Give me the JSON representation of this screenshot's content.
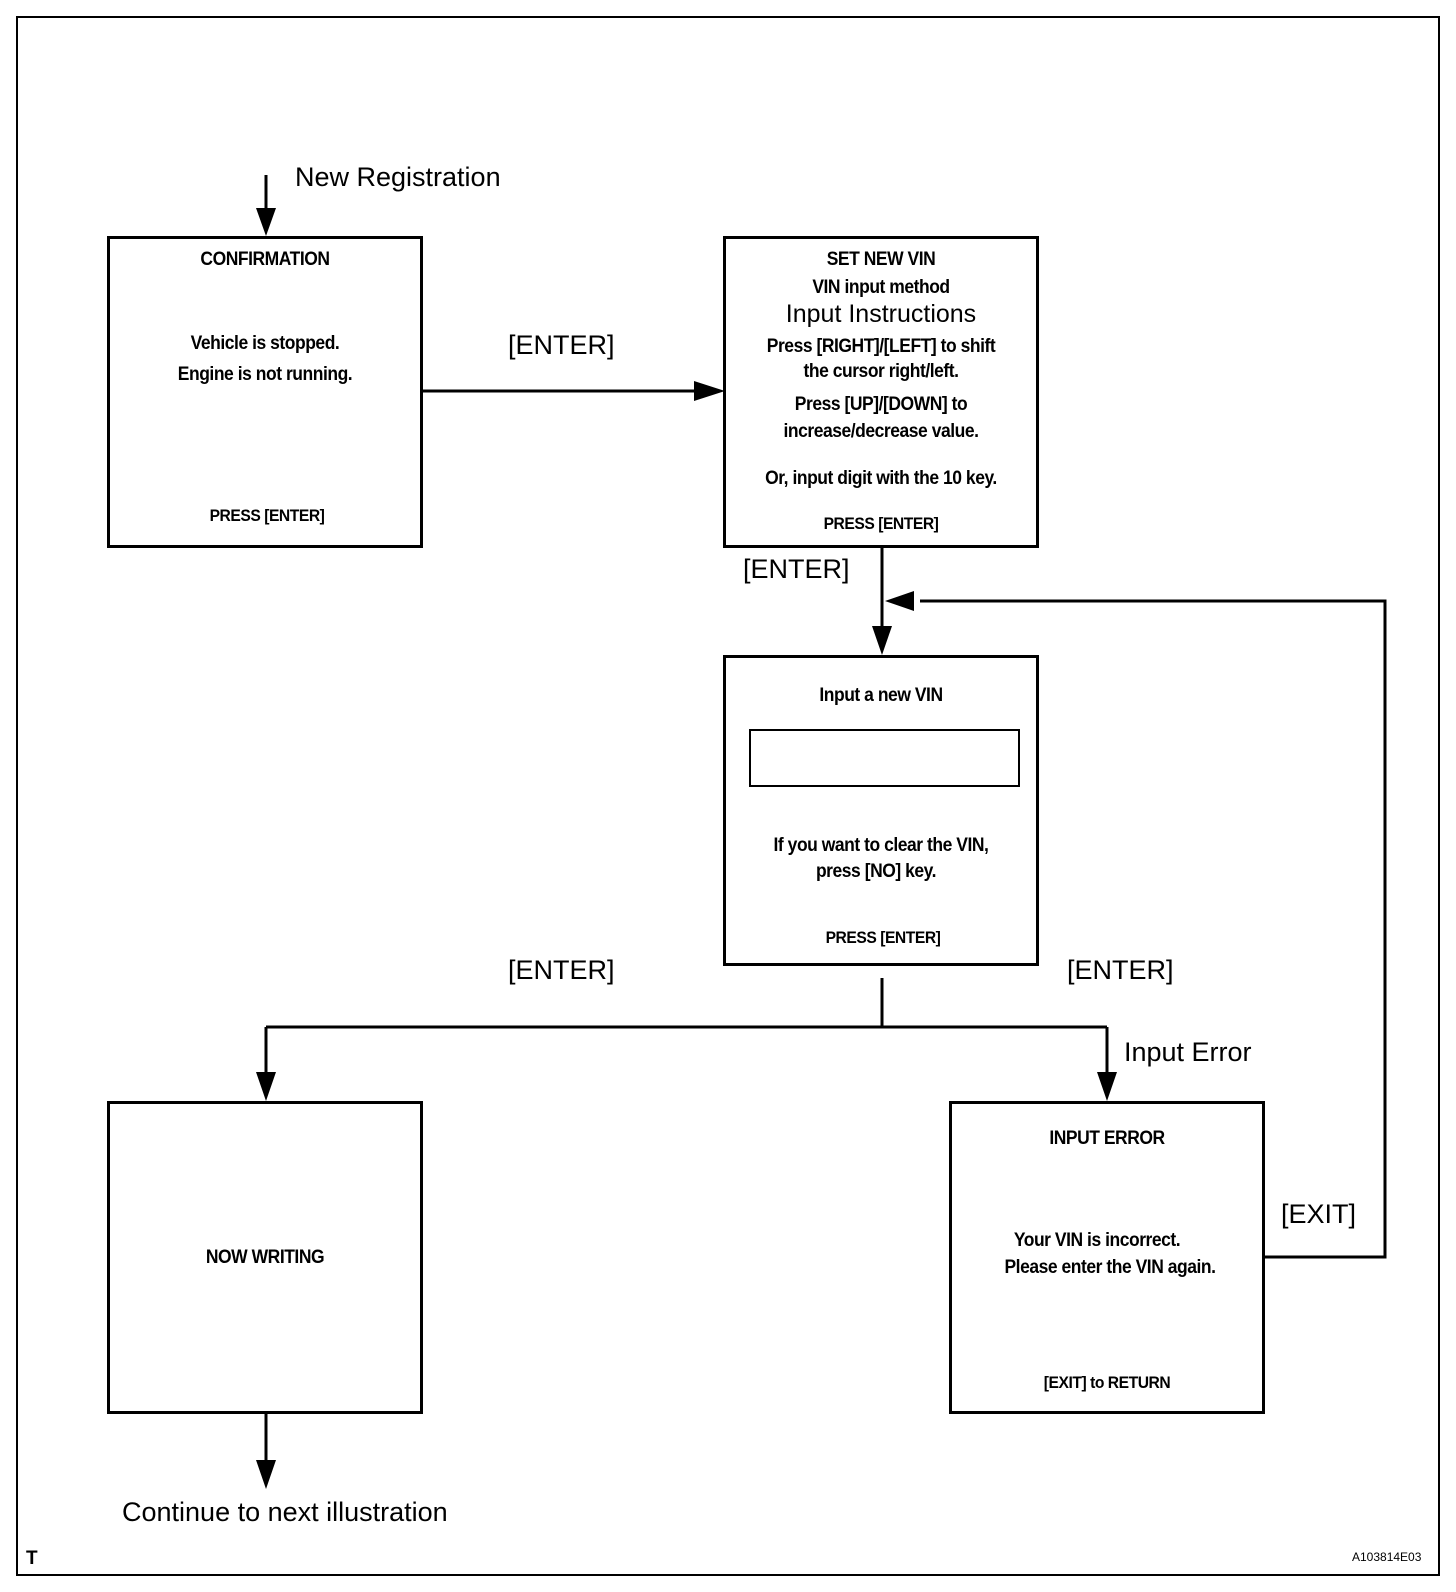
{
  "start_label": "New Registration",
  "end_label": "Continue to next illustration",
  "corner_mark": "T",
  "figure_code": "A103814E03",
  "confirmation": {
    "title": "CONFIRMATION",
    "line1": "Vehicle is stopped.",
    "line2": "Engine is not running.",
    "footer": "PRESS [ENTER]"
  },
  "set_new_vin": {
    "title": "SET NEW VIN",
    "subtitle": "VIN input method",
    "instructions_heading": "Input Instructions",
    "line1": "Press [RIGHT]/[LEFT] to shift",
    "line2": "the cursor right/left.",
    "line3": "Press [UP]/[DOWN]  to",
    "line4": "increase/decrease value.",
    "line5": "Or, input digit with the 10 key.",
    "footer": "PRESS [ENTER]"
  },
  "input_vin": {
    "title": "Input a new VIN",
    "field_value": "",
    "line1": "If you want to clear the VIN,",
    "line2": "press [NO] key.",
    "footer": "PRESS [ENTER]"
  },
  "now_writing": {
    "title": "NOW WRITING"
  },
  "input_error": {
    "title": "INPUT  ERROR",
    "line1": "Your VIN is incorrect.",
    "line2": "Please enter the VIN again.",
    "footer": "[EXIT] to RETURN"
  },
  "edges": {
    "confirm_to_set": "[ENTER]",
    "set_to_input": "[ENTER]",
    "input_to_writing": "[ENTER]",
    "input_to_error": "[ENTER]",
    "error_condition": "Input Error",
    "error_to_input": "[EXIT]"
  }
}
